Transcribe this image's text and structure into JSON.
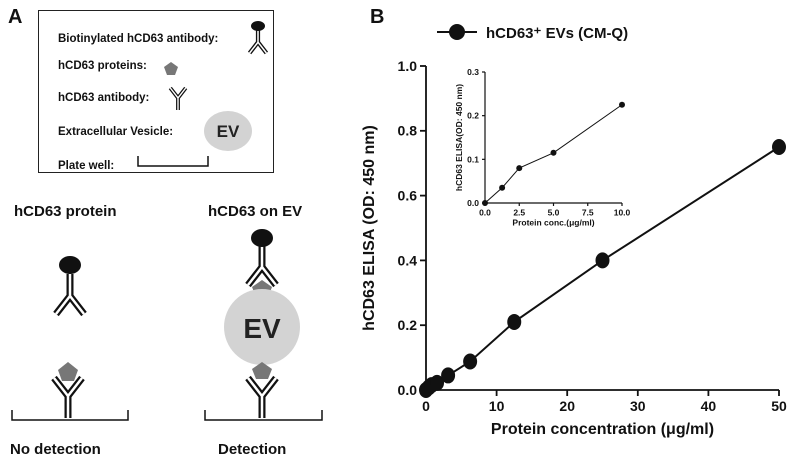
{
  "panel_a": {
    "letter": "A",
    "legend": {
      "biotin_label": "Biotinylated hCD63 antibody:",
      "protein_label": "hCD63 proteins:",
      "antibody_label": "hCD63 antibody:",
      "ev_label": "Extracellular Vesicle:",
      "ev_text": "EV",
      "well_label": "Plate well:"
    },
    "left_title": "hCD63 protein",
    "right_title": "hCD63 on EV",
    "ev_text": "EV",
    "left_caption": "No detection",
    "right_caption": "Detection"
  },
  "panel_b": {
    "letter": "B"
  },
  "chart_data": [
    {
      "type": "line",
      "legend": "hCD63⁺ EVs (CM-Q)",
      "xlabel": "Protein concentration (μg/ml)",
      "ylabel": "hCD63 ELISA (OD: 450 nm)",
      "xlim": [
        0,
        50
      ],
      "ylim": [
        0,
        1.0
      ],
      "xticks": [
        "0",
        "10",
        "20",
        "30",
        "40",
        "50"
      ],
      "yticks": [
        "0.0",
        "0.2",
        "0.4",
        "0.6",
        "0.8",
        "1.0"
      ],
      "series": [
        {
          "name": "hCD63⁺ EVs (CM-Q)",
          "x": [
            0,
            0.39,
            0.78,
            1.56,
            3.13,
            6.25,
            12.5,
            25,
            50
          ],
          "y": [
            0.0,
            0.008,
            0.015,
            0.022,
            0.045,
            0.088,
            0.21,
            0.4,
            0.75
          ]
        }
      ]
    },
    {
      "type": "line",
      "xlabel": "Protein conc.(μg/ml)",
      "ylabel": "hCD63 ELISA(OD: 450 nm)",
      "xlim": [
        0,
        10
      ],
      "ylim": [
        0,
        0.3
      ],
      "xticks": [
        "0.0",
        "2.5",
        "5.0",
        "7.5",
        "10.0"
      ],
      "yticks": [
        "0.0",
        "0.1",
        "0.2",
        "0.3"
      ],
      "series": [
        {
          "name": "",
          "x": [
            0,
            1.25,
            2.5,
            5,
            10
          ],
          "y": [
            0.0,
            0.035,
            0.08,
            0.115,
            0.225
          ]
        }
      ]
    }
  ]
}
